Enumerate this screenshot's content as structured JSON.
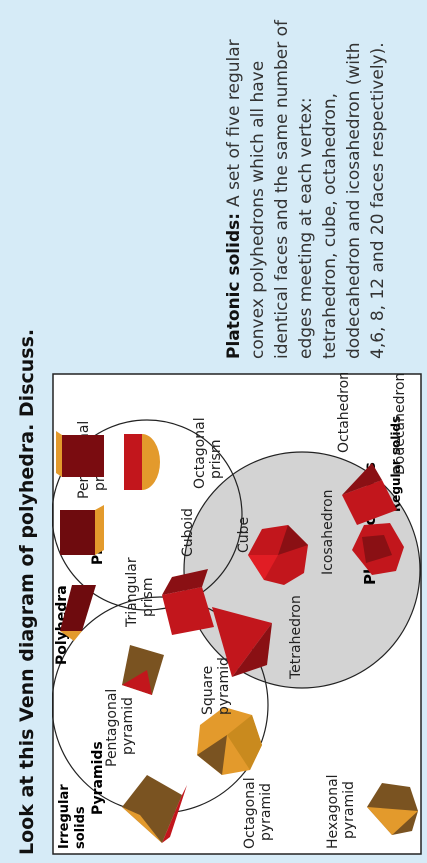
{
  "title": "Look at this Venn diagram of polyhedra.  Discuss.",
  "definition": {
    "term": "Platonic solids:",
    "text": "A set of five regular convex polyhedrons which all have identical faces and the same number of edges meeting at each vertex: tetrahedron, cube, octahedron, dodecahedron and icosahedron (with 4,6, 8, 12 and 20 faces respectively)."
  },
  "diagram": {
    "universal_label_1": "Irregular",
    "universal_label_2": "solids",
    "universe_label": "Polyhedra",
    "sets": {
      "pyramids": "Pyramids",
      "prisms": "Prisms",
      "platonic": "Platonic solids",
      "regular": "Regular solids"
    },
    "items": {
      "pentagonal_pyramid_1": "Pentagonal",
      "pentagonal_pyramid_2": "pyramid",
      "octagonal_pyramid_1": "Octagonal",
      "octagonal_pyramid_2": "pyramid",
      "hexagonal_pyramid_1": "Hexagonal",
      "hexagonal_pyramid_2": "pyramid",
      "square_pyramid_1": "Square",
      "square_pyramid_2": "pyramid",
      "tetrahedron": "Tetrahedron",
      "triangular_prism_1": "Triangular",
      "triangular_prism_2": "prism",
      "cuboid": "Cuboid",
      "cube": "Cube",
      "pentagonal_prism_1": "Pentagonal",
      "pentagonal_prism_2": "prism",
      "octagonal_prism_1": "Octagonal",
      "octagonal_prism_2": "prism",
      "icosahedron": "Icosahedron",
      "octahedron": "Octahedron",
      "dodecahedron": "Dodecahedron"
    },
    "colors": {
      "red": "#c2161c",
      "dark_red": "#6e0b0e",
      "orange": "#e39a2c",
      "brown": "#7a5321",
      "grey": "#d3d3d3"
    }
  }
}
